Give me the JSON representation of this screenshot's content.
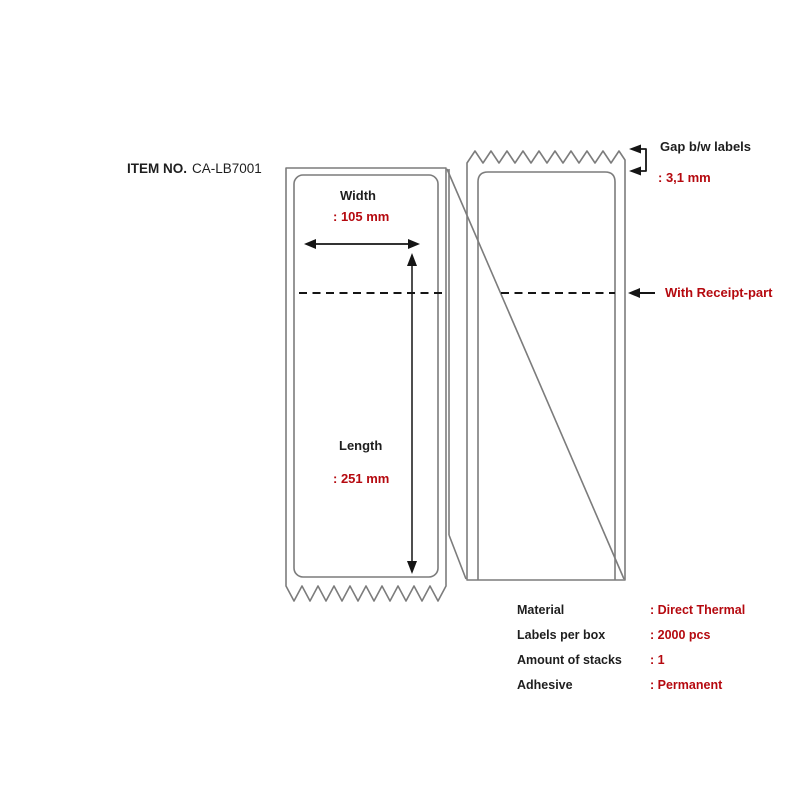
{
  "item": {
    "label": "ITEM NO.",
    "value": "CA-LB7001"
  },
  "annotations": {
    "width": {
      "label": "Width",
      "value": ": 105 mm"
    },
    "length": {
      "label": "Length",
      "value": ": 251 mm"
    },
    "gap": {
      "label": "Gap b/w labels",
      "value": ": 3,1 mm"
    },
    "receipt": {
      "label": "With Receipt-part"
    }
  },
  "specs": {
    "rows": [
      {
        "label": "Material",
        "value": ": Direct Thermal"
      },
      {
        "label": "Labels per box",
        "value": ": 2000 pcs"
      },
      {
        "label": "Amount of stacks",
        "value": ": 1"
      },
      {
        "label": "Adhesive",
        "value": ": Permanent"
      }
    ]
  },
  "colors": {
    "accent_red": "#b5090f",
    "text_black": "#1e1e1e",
    "outline_gray": "#7c7c7c"
  }
}
